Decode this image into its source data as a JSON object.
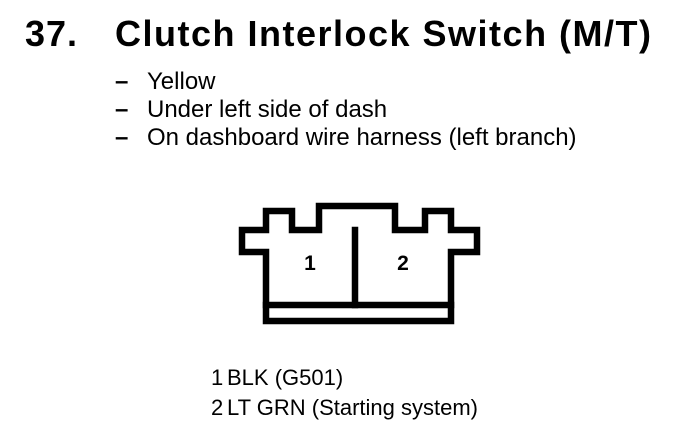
{
  "colors": {
    "ink": "#000000",
    "paper": "#ffffff"
  },
  "header": {
    "item_number": "37.",
    "title": "Clutch Interlock Switch (M/T)"
  },
  "details": {
    "dash": "–",
    "items": [
      "Yellow",
      "Under left side of dash",
      "On dashboard wire harness (left branch)"
    ]
  },
  "connector": {
    "pins": [
      "1",
      "2"
    ]
  },
  "pin_legend": [
    {
      "pin": "1",
      "wire": "BLK (G501)"
    },
    {
      "pin": "2",
      "wire": "LT GRN (Starting system)"
    }
  ]
}
